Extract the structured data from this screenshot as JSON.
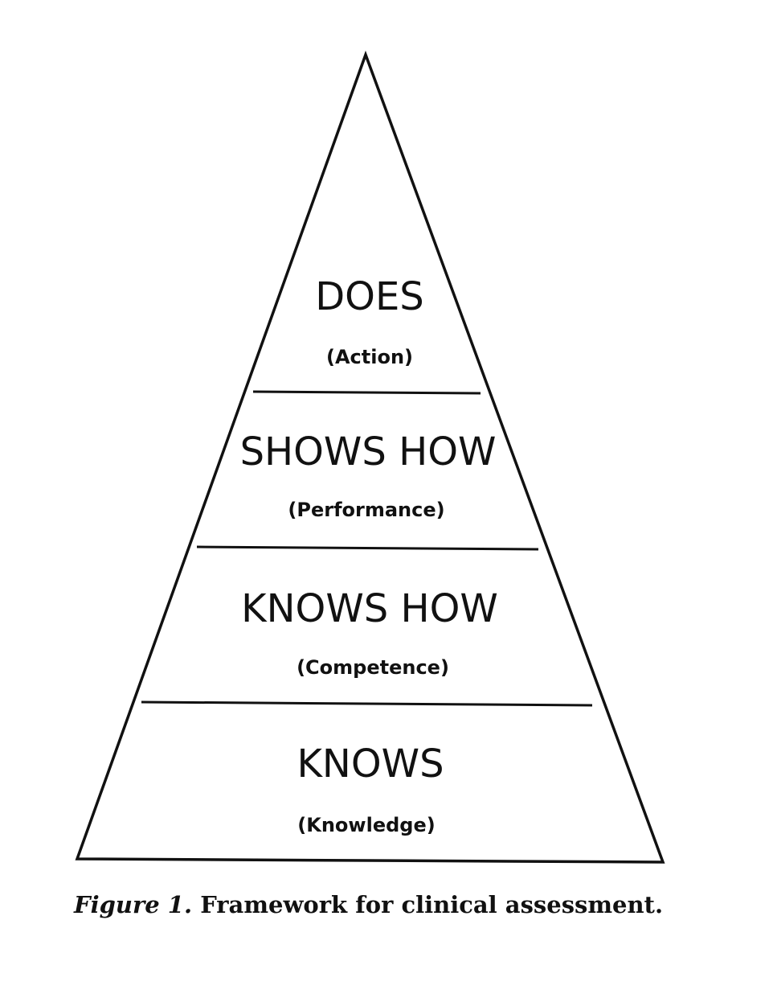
{
  "figure": {
    "caption_lead": "Figure 1.",
    "caption_text": "Framework for clinical assessment.",
    "tiers": [
      {
        "title": "DOES",
        "subtitle": "(Action)"
      },
      {
        "title": "SHOWS HOW",
        "subtitle": "(Performance)"
      },
      {
        "title": "KNOWS HOW",
        "subtitle": "(Competence)"
      },
      {
        "title": "KNOWS",
        "subtitle": "(Knowledge)"
      }
    ]
  }
}
